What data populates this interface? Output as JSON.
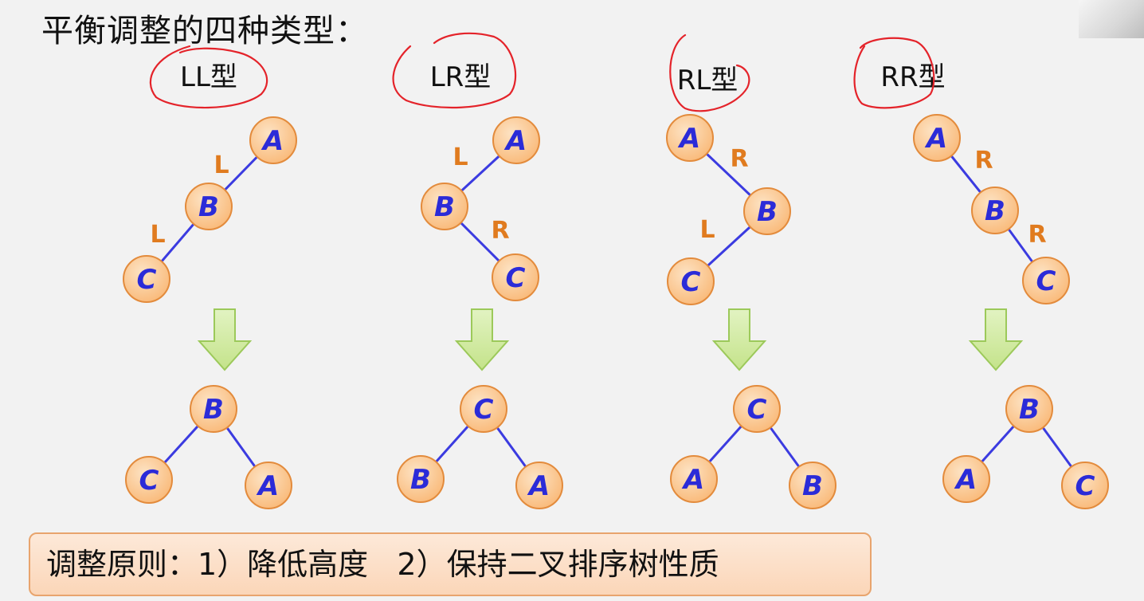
{
  "title": "平衡调整的四种类型：",
  "principle": "调整原则：1）降低高度   2）保持二叉排序树性质",
  "colors": {
    "node_fill": "#f9b978",
    "node_stroke": "#e38b3c",
    "node_text": "#2b2bd8",
    "edge": "#3b3be0",
    "edge_label": "#e07b1f",
    "arrow_fill": "#c4e38a",
    "arrow_stroke": "#9cc95a",
    "ink": "#e4232a"
  },
  "types": [
    {
      "label": "LL型",
      "before": {
        "nodes": [
          {
            "id": "A",
            "text": "A"
          },
          {
            "id": "B",
            "text": "B"
          },
          {
            "id": "C",
            "text": "C"
          }
        ],
        "edges": [
          {
            "from": "A",
            "to": "B",
            "label": "L"
          },
          {
            "from": "B",
            "to": "C",
            "label": "L"
          }
        ]
      },
      "after": {
        "nodes": [
          {
            "id": "B",
            "text": "B"
          },
          {
            "id": "C",
            "text": "C"
          },
          {
            "id": "A",
            "text": "A"
          }
        ],
        "edges": [
          {
            "from": "B",
            "to": "C"
          },
          {
            "from": "B",
            "to": "A"
          }
        ]
      }
    },
    {
      "label": "LR型",
      "before": {
        "nodes": [
          {
            "id": "A",
            "text": "A"
          },
          {
            "id": "B",
            "text": "B"
          },
          {
            "id": "C",
            "text": "C"
          }
        ],
        "edges": [
          {
            "from": "A",
            "to": "B",
            "label": "L"
          },
          {
            "from": "B",
            "to": "C",
            "label": "R"
          }
        ]
      },
      "after": {
        "nodes": [
          {
            "id": "C",
            "text": "C"
          },
          {
            "id": "B",
            "text": "B"
          },
          {
            "id": "A",
            "text": "A"
          }
        ],
        "edges": [
          {
            "from": "C",
            "to": "B"
          },
          {
            "from": "C",
            "to": "A"
          }
        ]
      }
    },
    {
      "label": "RL型",
      "before": {
        "nodes": [
          {
            "id": "A",
            "text": "A"
          },
          {
            "id": "B",
            "text": "B"
          },
          {
            "id": "C",
            "text": "C"
          }
        ],
        "edges": [
          {
            "from": "A",
            "to": "B",
            "label": "R"
          },
          {
            "from": "B",
            "to": "C",
            "label": "L"
          }
        ]
      },
      "after": {
        "nodes": [
          {
            "id": "C",
            "text": "C"
          },
          {
            "id": "A",
            "text": "A"
          },
          {
            "id": "B",
            "text": "B"
          }
        ],
        "edges": [
          {
            "from": "C",
            "to": "A"
          },
          {
            "from": "C",
            "to": "B"
          }
        ]
      }
    },
    {
      "label": "RR型",
      "before": {
        "nodes": [
          {
            "id": "A",
            "text": "A"
          },
          {
            "id": "B",
            "text": "B"
          },
          {
            "id": "C",
            "text": "C"
          }
        ],
        "edges": [
          {
            "from": "A",
            "to": "B",
            "label": "R"
          },
          {
            "from": "B",
            "to": "C",
            "label": "R"
          }
        ]
      },
      "after": {
        "nodes": [
          {
            "id": "B",
            "text": "B"
          },
          {
            "id": "A",
            "text": "A"
          },
          {
            "id": "C",
            "text": "C"
          }
        ],
        "edges": [
          {
            "from": "B",
            "to": "A"
          },
          {
            "from": "B",
            "to": "C"
          }
        ]
      }
    }
  ]
}
